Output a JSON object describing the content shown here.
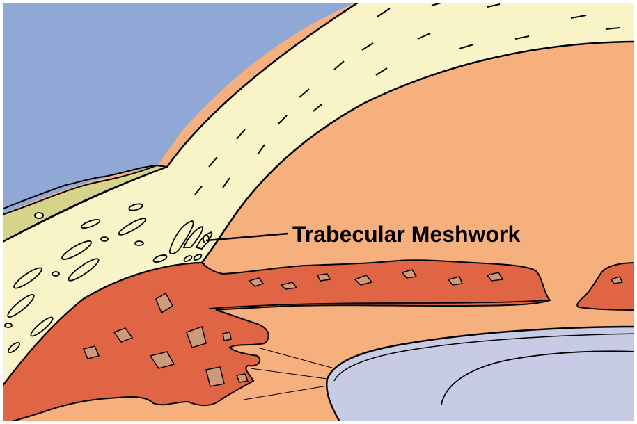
{
  "diagram": {
    "labels": {
      "trabecular_meshwork": "Trabecular Meshwork"
    },
    "colors": {
      "background_blue": "#8fa8d6",
      "conjunctiva": "#d6d38a",
      "sclera_cornea": "#f8f4c8",
      "anterior_chamber": "#f5b07e",
      "iris_ciliary_body": "#e06545",
      "pigment_flecks": "#cf9a7a",
      "lens": "#c8cbe4",
      "outline": "#000000"
    },
    "icons": [
      "trabecular-meshwork",
      "iris",
      "ciliary-body",
      "lens",
      "cornea",
      "sclera",
      "zonule-fibers"
    ]
  }
}
